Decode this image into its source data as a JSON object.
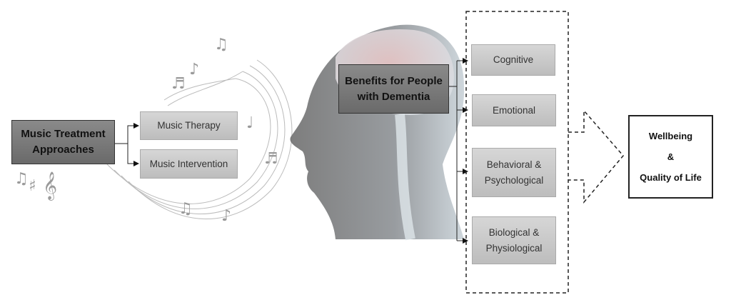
{
  "left": {
    "main": "Music Treatment Approaches",
    "items": [
      "Music Therapy",
      "Music Intervention"
    ]
  },
  "center": {
    "main": "Benefits for People with Dementia"
  },
  "benefits": [
    "Cognitive",
    "Emotional",
    "Behavioral & Psychological",
    "Biological & Physiological"
  ],
  "outcome": {
    "line1": "Wellbeing",
    "line2": "&",
    "line3": "Quality of Life"
  },
  "colors": {
    "dark_box": "#777777",
    "light_box": "#c8c8c8",
    "line": "#222222"
  }
}
